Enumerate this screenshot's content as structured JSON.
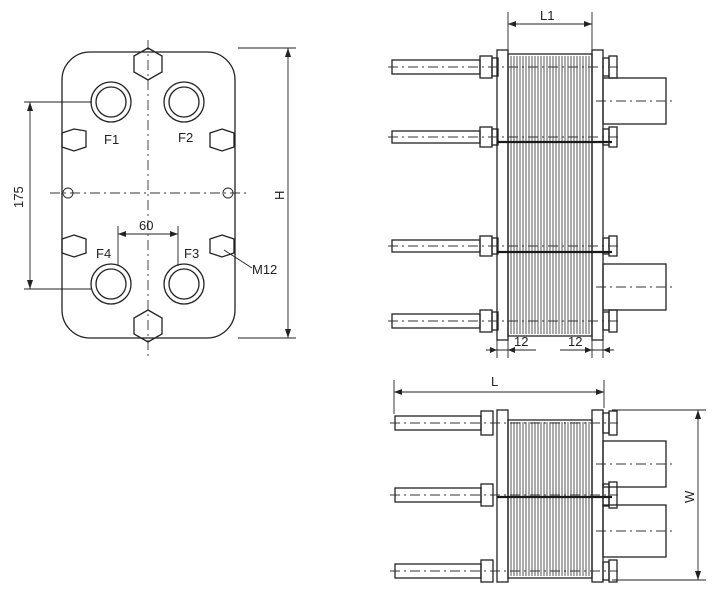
{
  "labels": {
    "port_f1": "F1",
    "port_f2": "F2",
    "port_f3": "F3",
    "port_f4": "F4",
    "bolt_size": "M12",
    "dim_vertical_port_spacing": "175",
    "dim_horizontal_port_spacing": "60",
    "dim_height": "H",
    "dim_pack_length": "L1",
    "dim_frame_left": "12",
    "dim_frame_right": "12",
    "dim_total_length": "L",
    "dim_width": "W"
  }
}
